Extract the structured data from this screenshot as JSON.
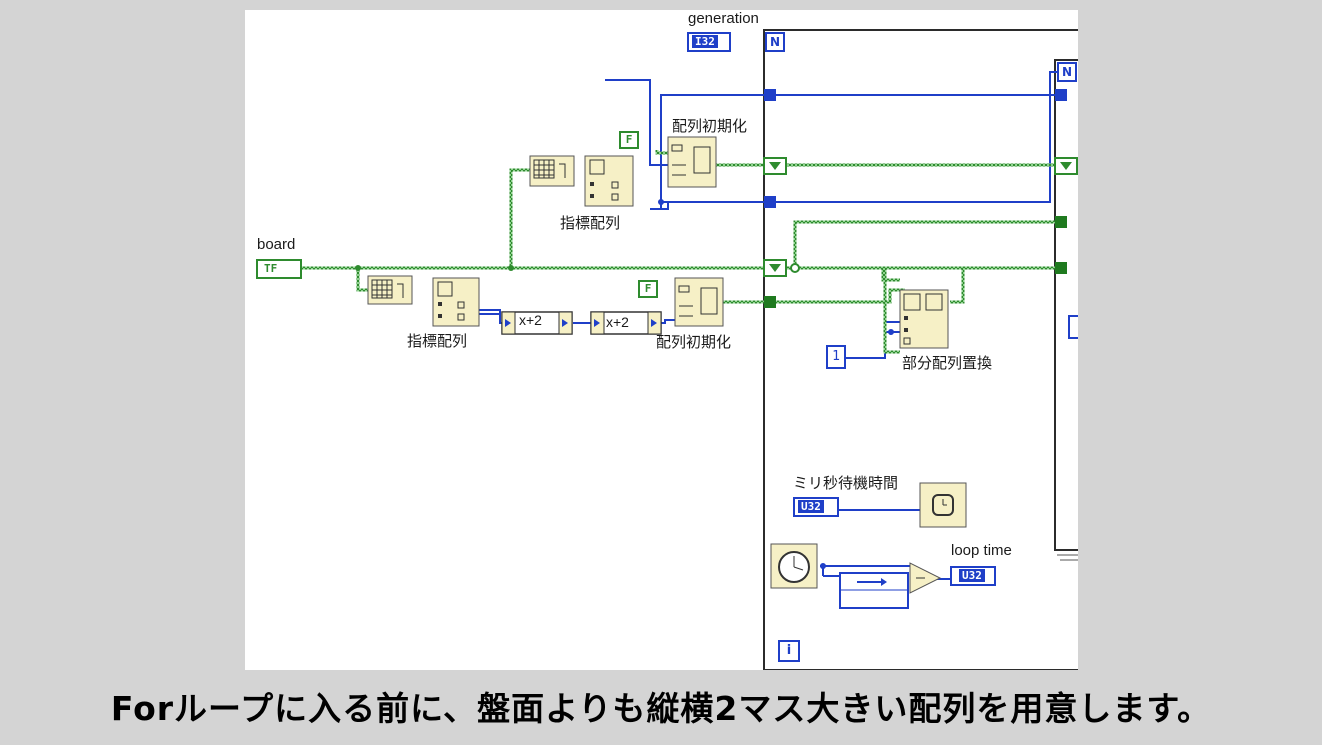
{
  "labels": {
    "generation": "generation",
    "board": "board",
    "index_array_1": "指標配列",
    "index_array_2": "指標配列",
    "init_array_1": "配列初期化",
    "init_array_2": "配列初期化",
    "replace_subset": "部分配列置換",
    "wait_ms": "ミリ秒待機時間",
    "loop_time": "loop time"
  },
  "terminals": {
    "generation_type": "I32",
    "board_type": "TF",
    "wait_type": "U32",
    "loop_time_type": "U32",
    "false_const_1": "F",
    "false_const_2": "F",
    "const_one": "1",
    "count_outer": "N",
    "count_inner": "N",
    "iteration": "i"
  },
  "expressions": {
    "increment_1": "x+2",
    "increment_2": "x+2"
  },
  "caption": "Forループに入る前に、盤面よりも縦横2マス大きい配列を用意します。",
  "colors": {
    "boolean_wire": "#2e8b2e",
    "integer_wire": "#1f3fc8",
    "structure_border": "#2b2b2b",
    "node_fill": "#f6f0c6",
    "background": "#d4d4d4"
  }
}
